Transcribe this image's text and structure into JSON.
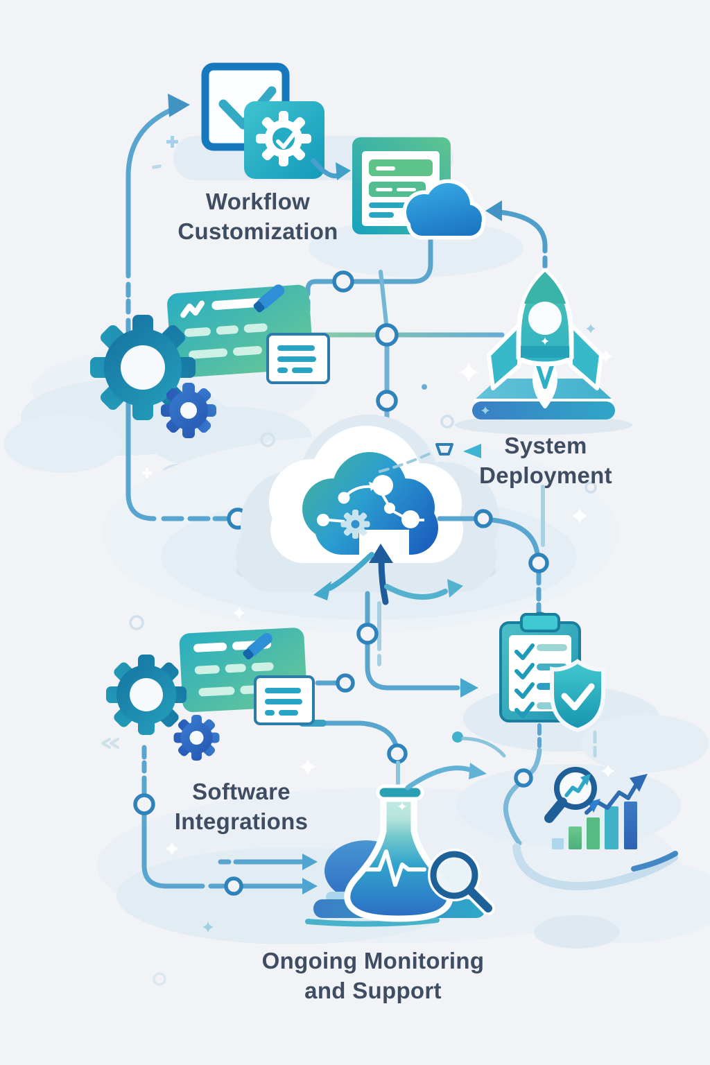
{
  "figure": {
    "kind": "process-flow-illustration",
    "background_color": "#f1f3f6"
  },
  "steps": [
    {
      "id": "workflow-customization",
      "label_line1": "Workflow",
      "label_line2": "Customization"
    },
    {
      "id": "system-deployment",
      "label_line1": "System",
      "label_line2": "Deployment"
    },
    {
      "id": "software-integrations",
      "label_line1": "Software",
      "label_line2": "Integrations"
    },
    {
      "id": "ongoing-monitoring-support",
      "label_line1": "Ongoing Monitoring",
      "label_line2": "and Support"
    }
  ],
  "icons": [
    "checkbox-check-icon",
    "gear-check-badge-icon",
    "document-list-cloud-icon",
    "notes-card-pencil-icon",
    "sticky-note-icon",
    "gears-icon",
    "cloud-network-gear-icon",
    "rocket-launchpad-icon",
    "clipboard-checklist-icon",
    "shield-check-icon",
    "flask-pulse-icon",
    "magnifier-icon",
    "growth-bar-chart-icon",
    "trend-arrow-icon"
  ],
  "palette": {
    "background": "#f1f3f6",
    "connector_blue": "#58a5cf",
    "node_ring": "#2f83ba",
    "teal": "#2fb3c6",
    "deep_teal": "#1898b4",
    "green": "#5ec48c",
    "blue": "#2e7fc0",
    "dark_blue": "#1d5f9e",
    "navy": "#2b6cc0",
    "text": "#3e4d61",
    "soft_blob": "#e3edf4",
    "white": "#ffffff"
  }
}
